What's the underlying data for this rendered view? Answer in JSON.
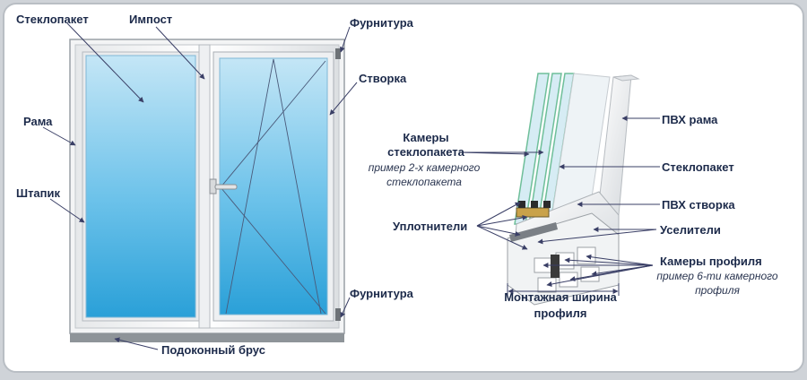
{
  "labels": {
    "steklopaket_left": "Стеклопакет",
    "impost": "Импост",
    "furnitura_top": "Фурнитура",
    "stvorka": "Створка",
    "rama": "Рама",
    "shtapik": "Штапик",
    "furnitura_bottom": "Фурнитура",
    "podokonny": "Подоконный брус",
    "kamery_l1": "Камеры",
    "kamery_l2": "стеклопакета",
    "kamery_note_l1": "пример 2-х камерного",
    "kamery_note_l2": "стеклопакета",
    "uplotniteli": "Уплотнители",
    "montazh_l1": "Монтажная ширина",
    "montazh_l2": "профиля",
    "pvh_rama": "ПВХ рама",
    "steklopaket_right": "Стеклопакет",
    "pvh_stvorka": "ПВХ створка",
    "usiliteli": "Уселители",
    "kamery_profilya": "Камеры профиля",
    "profil_note_l1": "пример 6-ти камерного",
    "profil_note_l2": "профиля"
  },
  "colors": {
    "background": "#cfd3d8",
    "card": "#ffffff",
    "frame": "#f7f7f7",
    "glass_top": "#c4e6f6",
    "glass_bottom": "#2aa0d8",
    "glass_edge": "#8fd0a8",
    "label_text": "#1c2a4a",
    "pointer": "#3a3f66"
  }
}
